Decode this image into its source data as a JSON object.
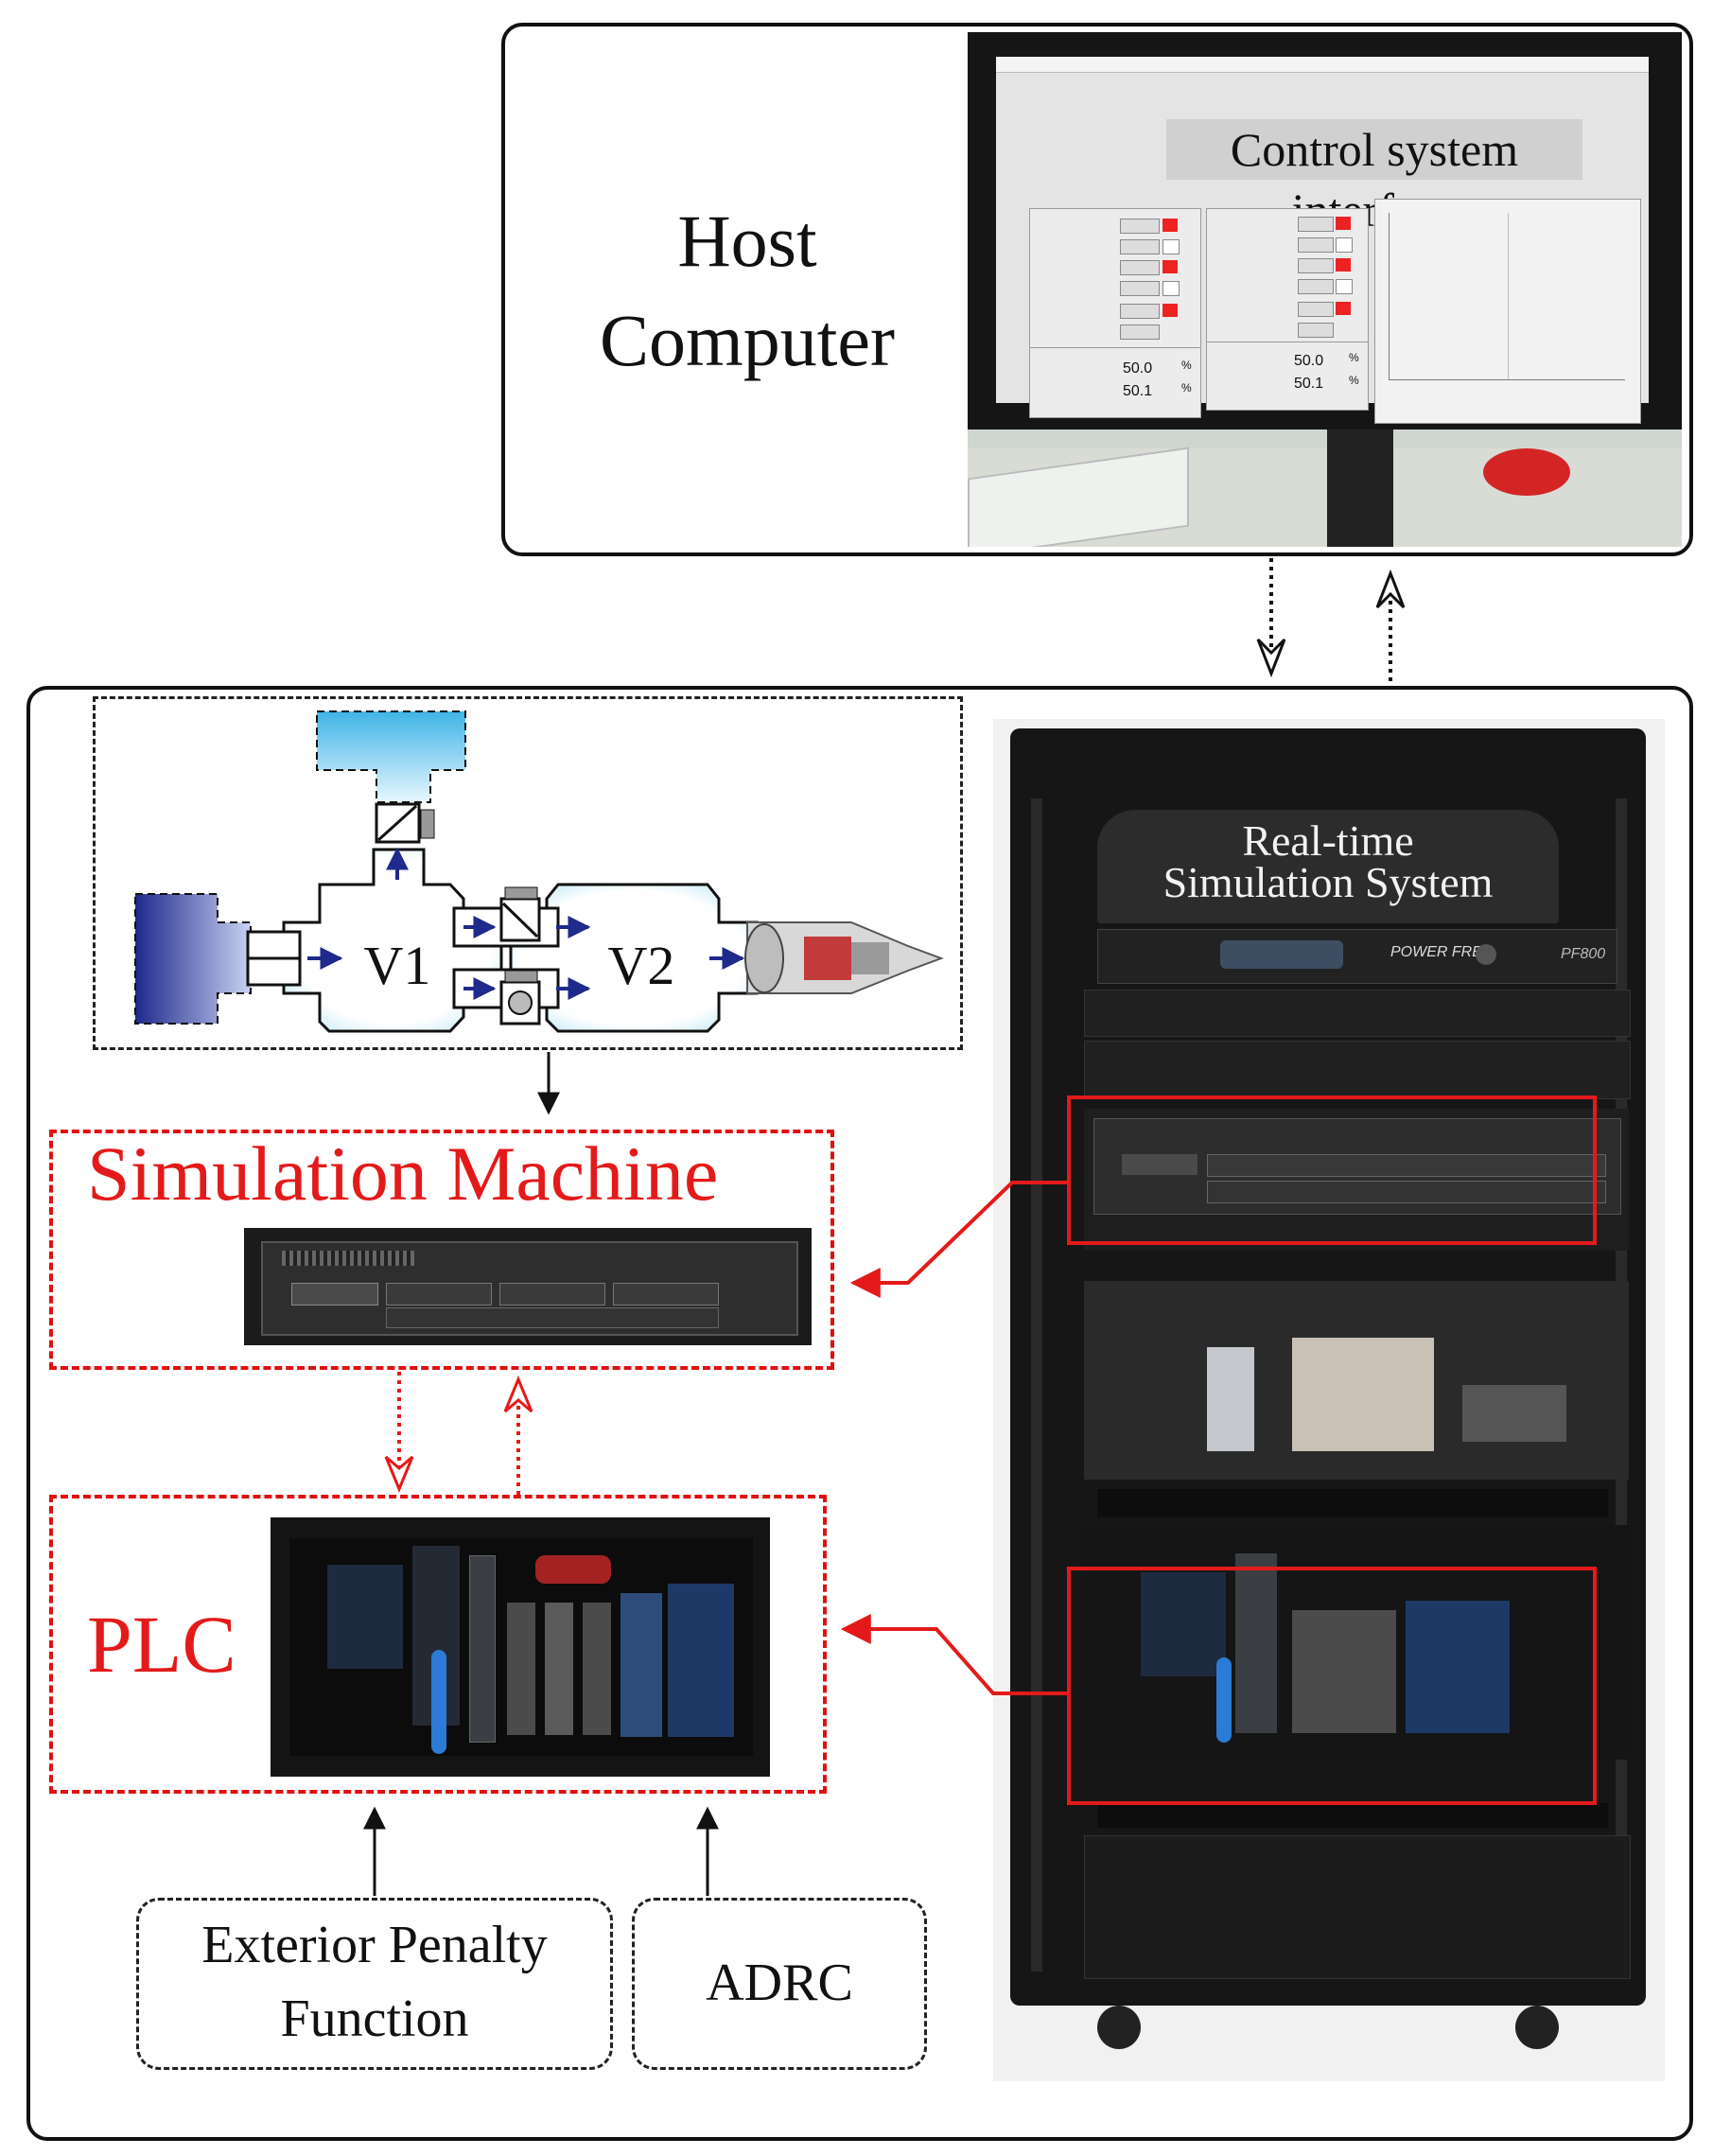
{
  "host": {
    "title_line1": "Host",
    "title_line2": "Computer",
    "screen_banner": "Control system interface",
    "panel_values": [
      "50.0",
      "%",
      "50.1",
      "%",
      "50.0",
      "%",
      "50.1",
      "%"
    ]
  },
  "rack": {
    "plate_line1": "Real-time",
    "plate_line2": "Simulation System",
    "pdu_text": "POWER FREE",
    "pdu_model": "PF800"
  },
  "schematic": {
    "volume1": "V1",
    "volume2": "V2"
  },
  "simulation_machine": {
    "label": "Simulation Machine"
  },
  "plc": {
    "label": "PLC"
  },
  "inputs": {
    "penalty_line1": "Exterior Penalty",
    "penalty_line2": "Function",
    "adrc": "ADRC"
  },
  "colors": {
    "highlight": "#e41a1a",
    "screen_bg": "#dcdcdc",
    "rack_body": "#1a1a1a",
    "duct_blue": "#1e2a8c",
    "inlet_cyan": "#5ec6ea"
  }
}
